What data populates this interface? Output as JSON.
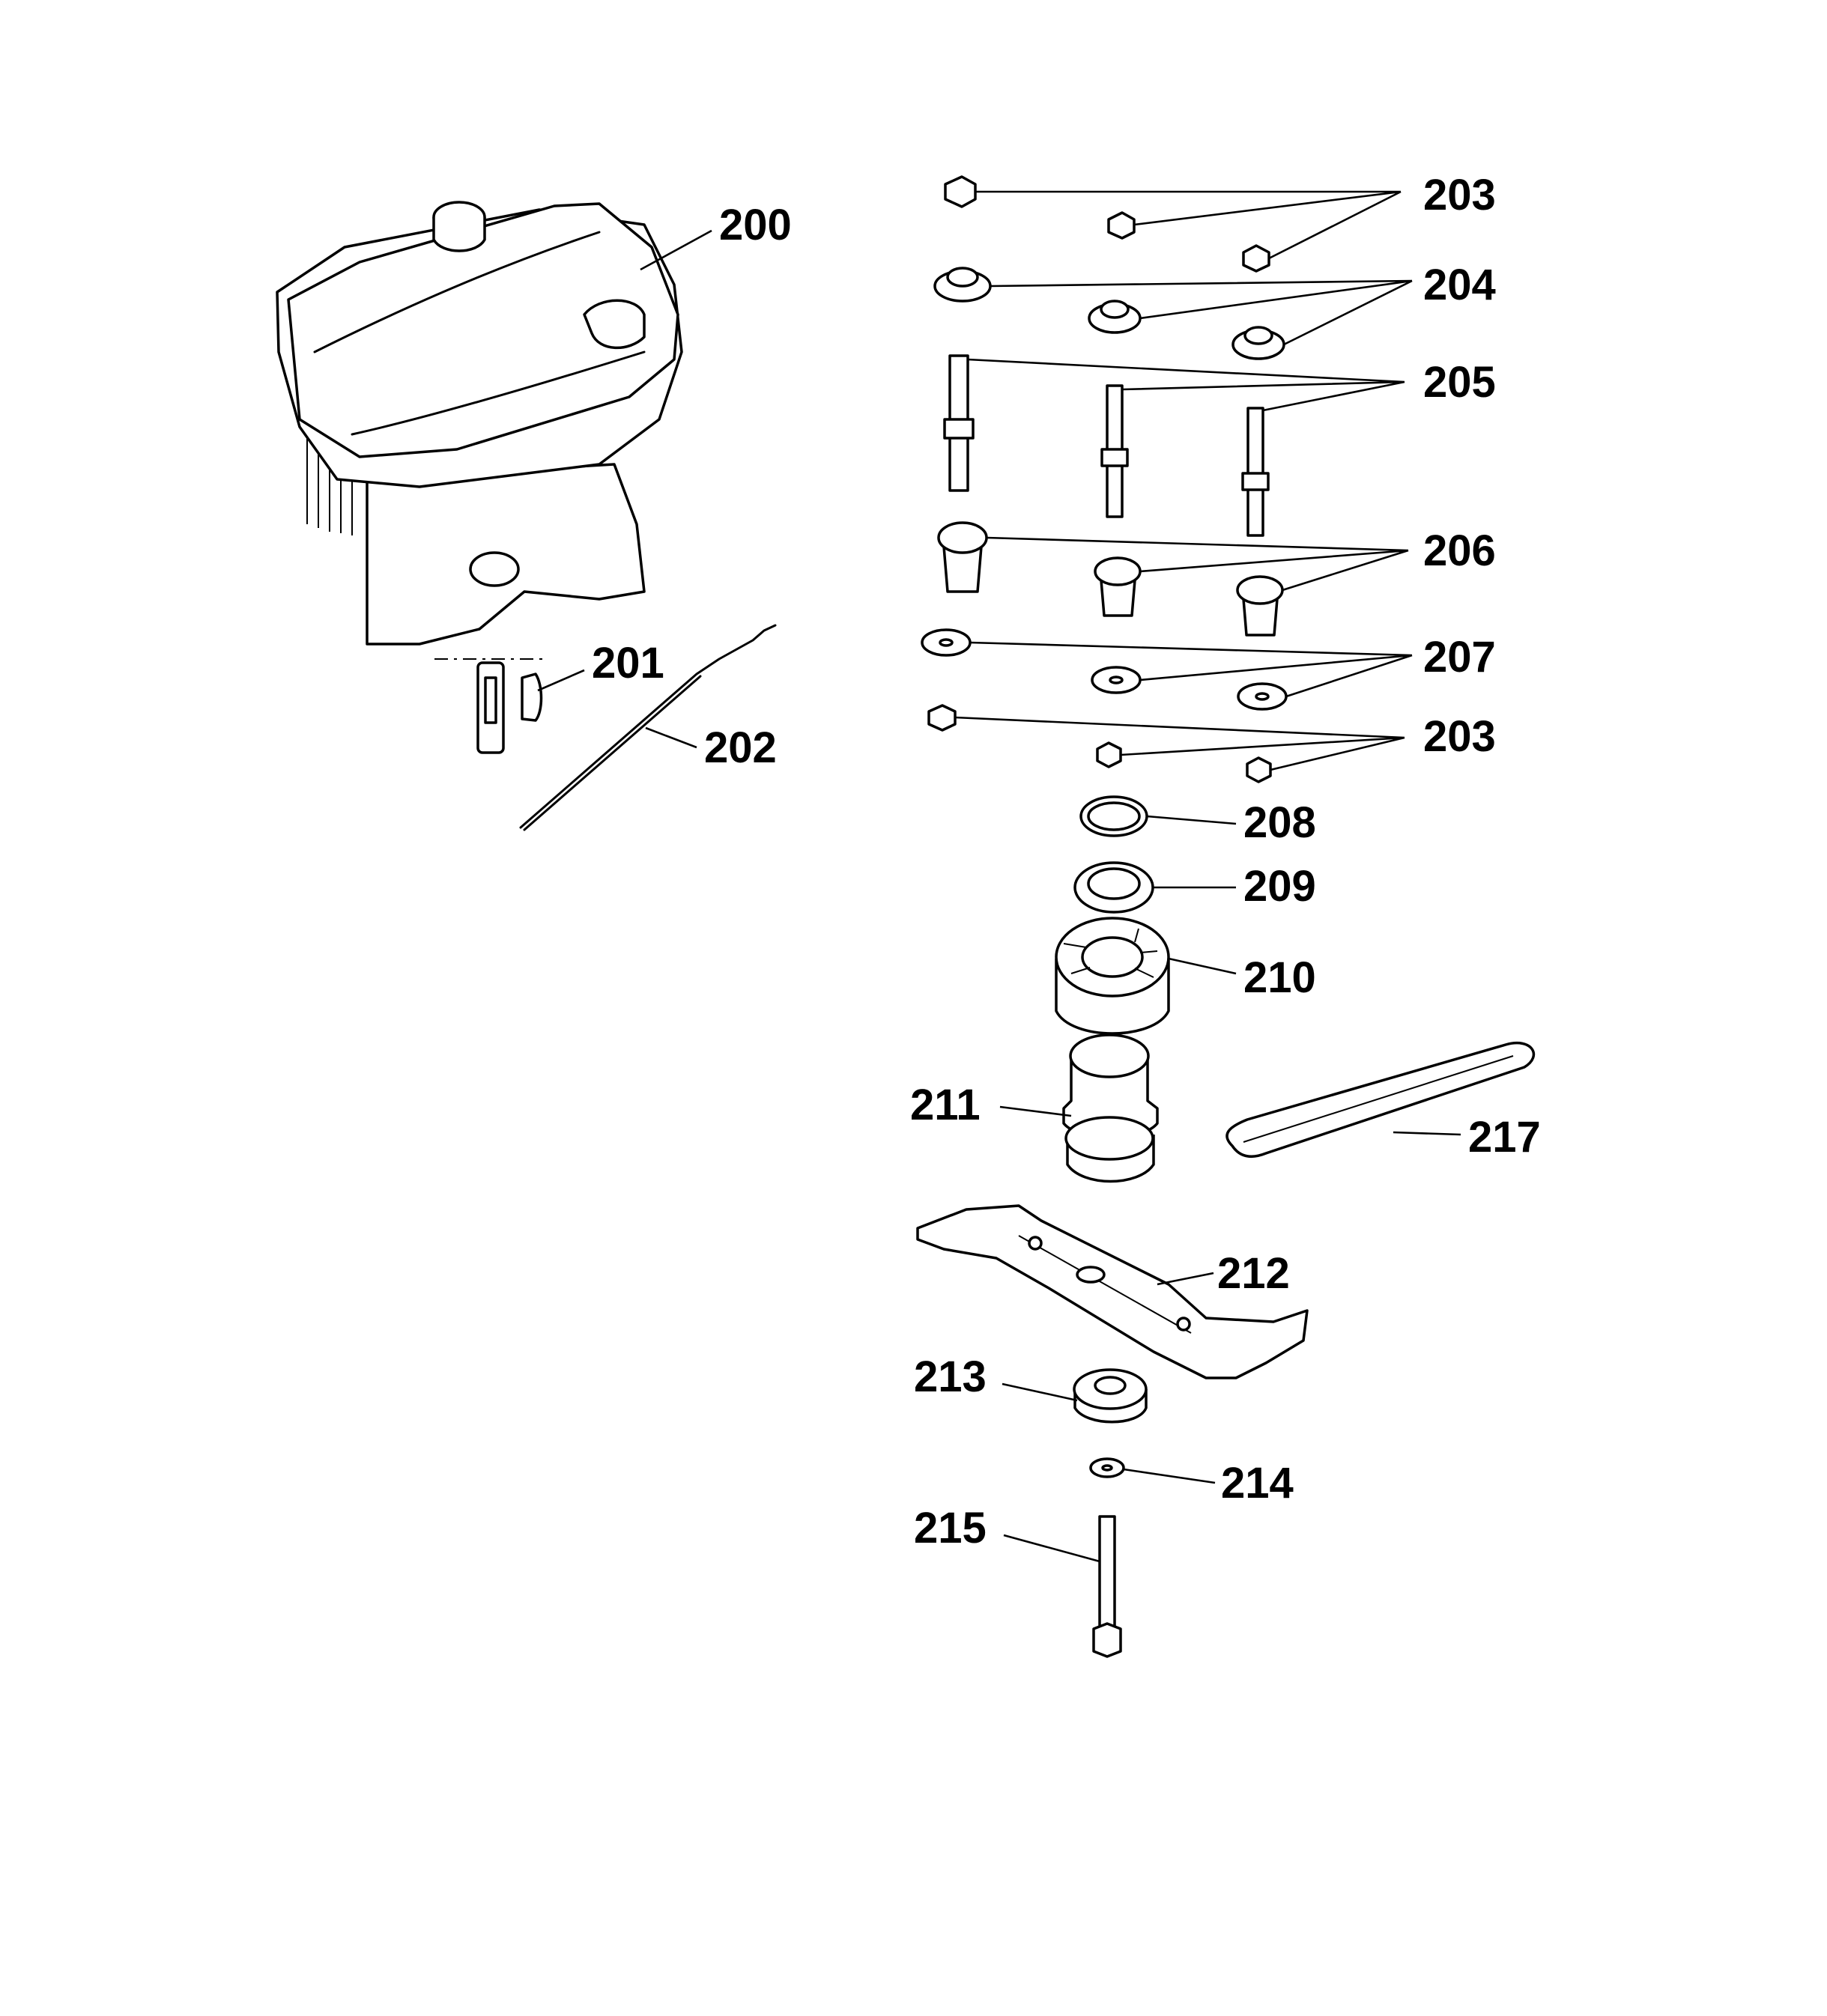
{
  "parts": {
    "p200": "200",
    "p201": "201",
    "p202": "202",
    "p203": "203",
    "p203b": "203",
    "p204": "204",
    "p205": "205",
    "p206": "206",
    "p207": "207",
    "p208": "208",
    "p209": "209",
    "p210": "210",
    "p211": "211",
    "p212": "212",
    "p213": "213",
    "p214": "214",
    "p215": "215",
    "p217": "217"
  },
  "colors": {
    "line": "#000000",
    "background": "#ffffff"
  }
}
